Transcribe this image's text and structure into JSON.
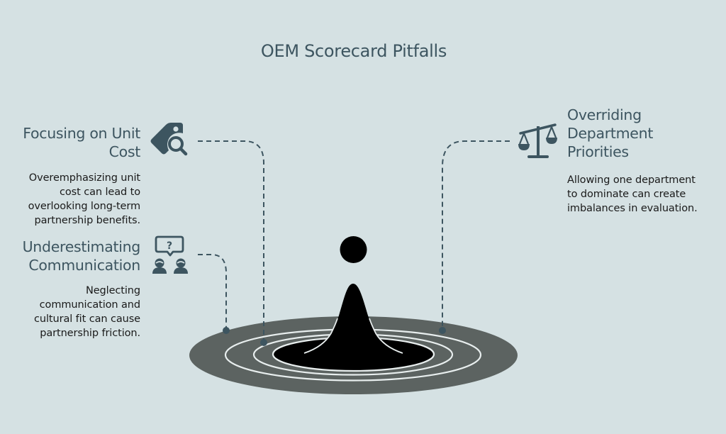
{
  "title": "OEM Scorecard Pitfalls",
  "pitfalls": [
    {
      "id": "unit-cost",
      "heading_line1": "Focusing on Unit",
      "heading_line2": "Cost",
      "description_lines": [
        "Overemphasizing unit",
        "cost can lead to",
        "overlooking long-term",
        "partnership benefits."
      ],
      "icon": "price-tag-search-icon",
      "side": "left"
    },
    {
      "id": "communication",
      "heading_line1": "Underestimating",
      "heading_line2": "Communication",
      "description_lines": [
        "Neglecting",
        "communication and",
        "cultural fit can cause",
        "partnership friction."
      ],
      "icon": "people-question-icon",
      "side": "left"
    },
    {
      "id": "department-priorities",
      "heading_line1": "Overriding",
      "heading_line2": "Department",
      "heading_line3": "Priorities",
      "description_lines": [
        "Allowing one department",
        "to dominate can create",
        "imbalances in evaluation."
      ],
      "icon": "balance-scale-icon",
      "side": "right"
    }
  ],
  "colors": {
    "background": "#d5e1e3",
    "accent": "#3d5560",
    "pit_outer": "#5c6361",
    "pit_inner": "#000000",
    "ring": "#e8eeee",
    "body_text": "#1a1a1a"
  }
}
